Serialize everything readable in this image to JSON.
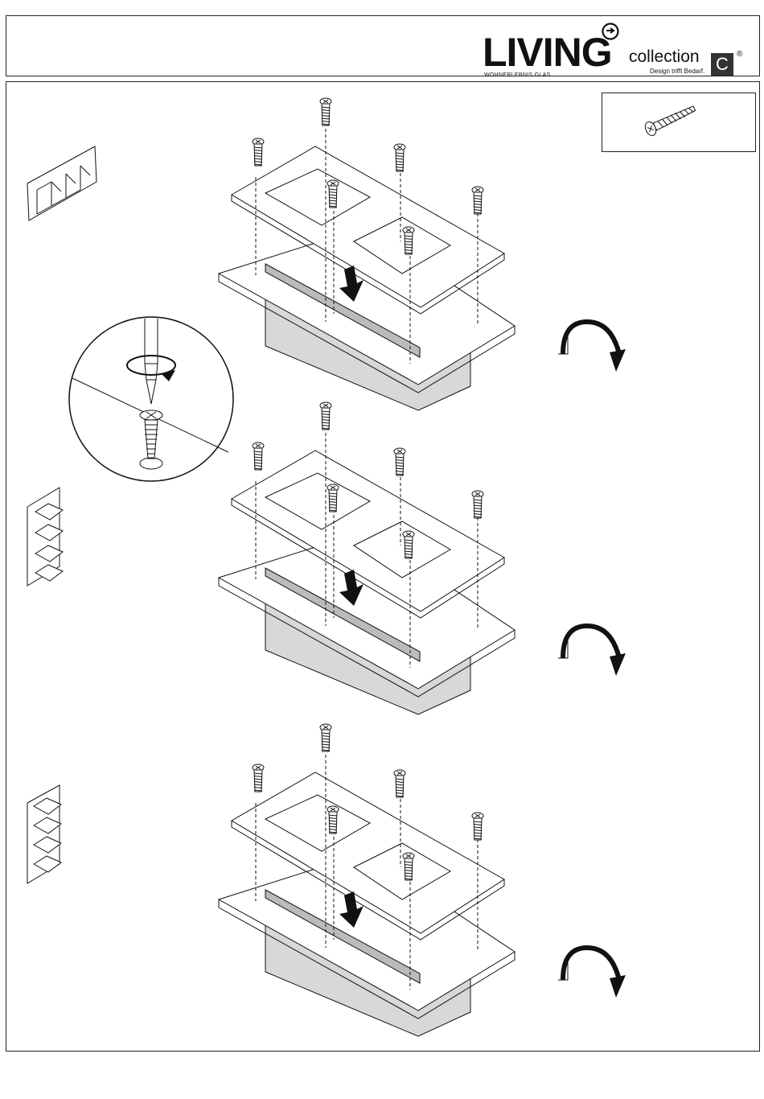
{
  "brand": {
    "name": "LIVING",
    "subtitle": "WOHNERLEBNIS GLAS",
    "collection": "collection",
    "tagline": "Design trifft Bedarf.",
    "badge": "C",
    "registered": "®"
  },
  "colors": {
    "line": "#111111",
    "fill": "#ffffff",
    "shade": "#d8d8d8",
    "dark": "#222222"
  },
  "icons": [
    "heart-logo-icon",
    "screw-icon",
    "rotate-arrow-icon",
    "screwdriver-icon",
    "down-arrow-icon"
  ],
  "steps": [
    {
      "name": "step-1",
      "orientation": "horizontal"
    },
    {
      "name": "step-2",
      "orientation": "vertical"
    },
    {
      "name": "step-3",
      "orientation": "vertical"
    }
  ]
}
